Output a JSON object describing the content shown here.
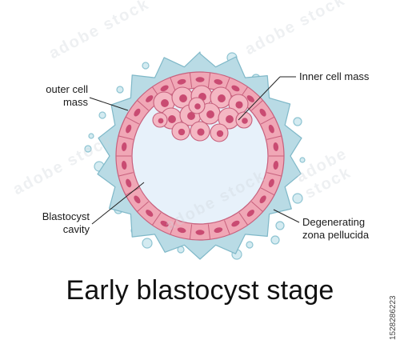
{
  "labels": {
    "outer_cell_mass": [
      "outer cell",
      "mass"
    ],
    "inner_cell_mass": "Inner cell mass",
    "blastocyst_cavity": [
      "Blastocyst",
      "cavity"
    ],
    "degenerating_zona": [
      "Degenerating",
      "zona pellucida"
    ]
  },
  "title": "Early blastocyst stage",
  "stock_id": "1528286223",
  "watermark": "adobe stock",
  "colors": {
    "zona": "#b9dbe5",
    "zona_stroke": "#7fb8c8",
    "cavity": "#e7f1fa",
    "cell_fill": "#f0a7b6",
    "cell_stroke": "#c7607d",
    "nucleus": "#c94b72",
    "inner_cell": "#f4b7c3",
    "bubble_fill": "#d4ebf1",
    "bubble_stroke": "#8ec4d2"
  }
}
